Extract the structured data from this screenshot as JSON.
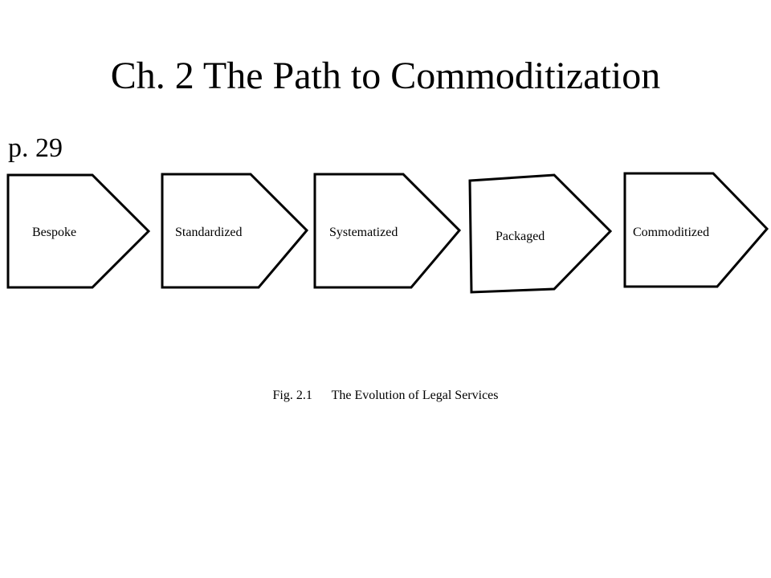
{
  "title": "Ch. 2  The Path to Commoditization",
  "page_ref": "p. 29",
  "stages": [
    {
      "label": "Bespoke"
    },
    {
      "label": "Standardized"
    },
    {
      "label": "Systematized"
    },
    {
      "label": "Packaged"
    },
    {
      "label": "Commoditized"
    }
  ],
  "caption": {
    "figure_number": "Fig. 2.1",
    "text": "The Evolution of Legal Services"
  }
}
